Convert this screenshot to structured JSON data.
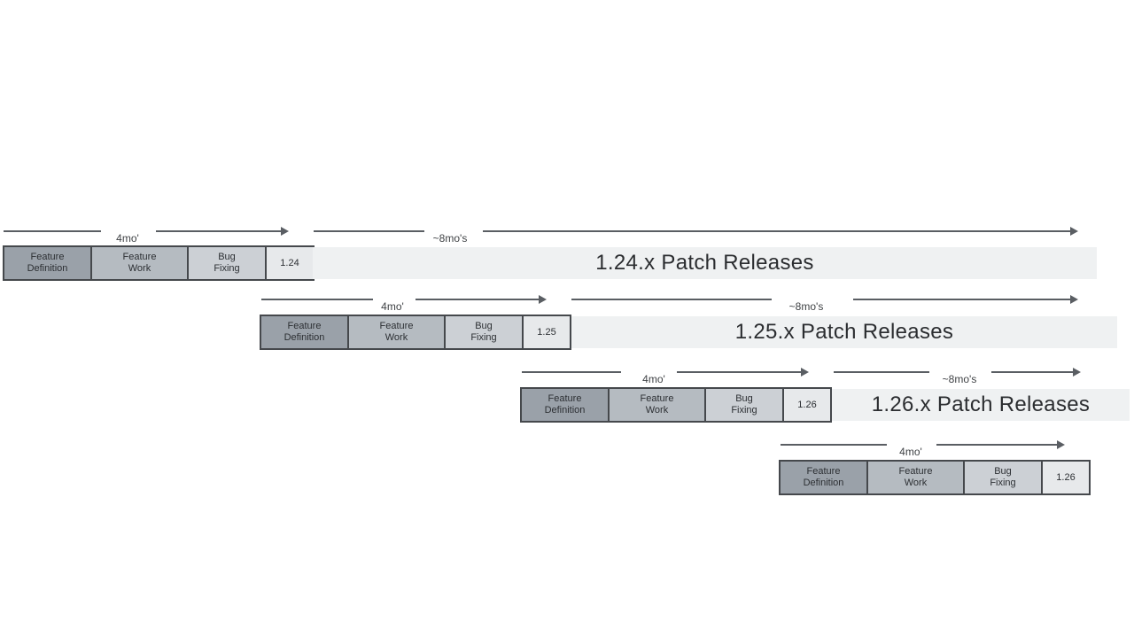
{
  "diagram_name": "Release cadence timeline",
  "colors": {
    "stage1": "#9aa1a9",
    "stage2": "#b5bbc1",
    "stage3": "#ccd0d5",
    "version_box": "#e7e9eb",
    "patch_bar": "#eff1f2",
    "border": "#45484c",
    "arrow": "#5a5e63"
  },
  "releases": [
    {
      "version": "1.24",
      "cycle_duration": "4mo'",
      "patch_duration": "~8mo's",
      "stages": [
        "Feature\nDefinition",
        "Feature\nWork",
        "Bug\nFixing"
      ],
      "patch_label": "1.24.x Patch Releases"
    },
    {
      "version": "1.25",
      "cycle_duration": "4mo'",
      "patch_duration": "~8mo's",
      "stages": [
        "Feature\nDefinition",
        "Feature\nWork",
        "Bug\nFixing"
      ],
      "patch_label": "1.25.x Patch Releases"
    },
    {
      "version": "1.26",
      "cycle_duration": "4mo'",
      "patch_duration": "~8mo's",
      "stages": [
        "Feature\nDefinition",
        "Feature\nWork",
        "Bug\nFixing"
      ],
      "patch_label": "1.26.x Patch Releases"
    },
    {
      "version": "1.26",
      "cycle_duration": "4mo'",
      "stages": [
        "Feature\nDefinition",
        "Feature\nWork",
        "Bug\nFixing"
      ]
    }
  ]
}
